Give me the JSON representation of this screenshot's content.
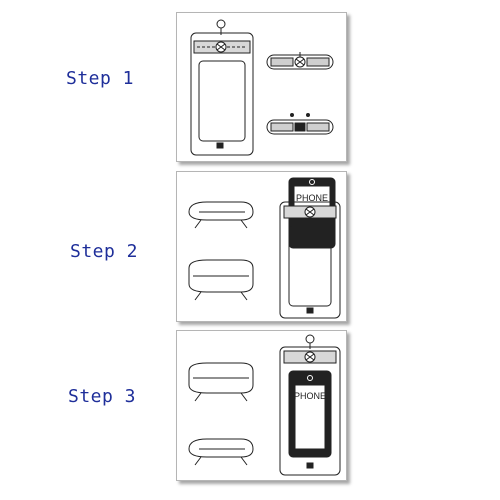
{
  "steps": [
    {
      "label": "Step 1"
    },
    {
      "label": "Step 2",
      "phone_label": "PHONE"
    },
    {
      "label": "Step 3",
      "phone_label": "PHONE"
    }
  ],
  "colors": {
    "label_text": "#1f2f9a",
    "line": "#222222",
    "panel_border": "#b5b5b5"
  }
}
